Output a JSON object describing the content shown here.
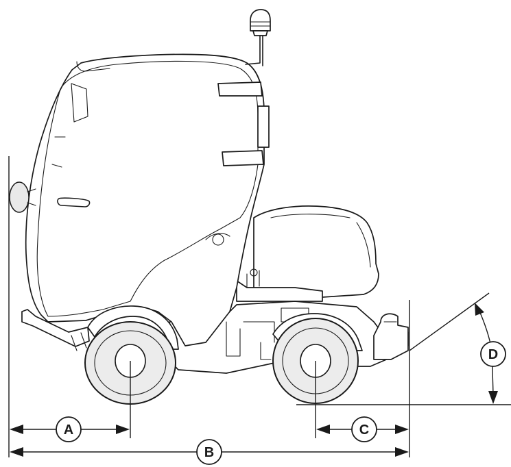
{
  "labels": {
    "a": "A",
    "b": "B",
    "c": "C",
    "d": "D"
  },
  "icons": {
    "vehicle": "compact-utility-vehicle-side-view",
    "beacon": "beacon-light-icon"
  }
}
